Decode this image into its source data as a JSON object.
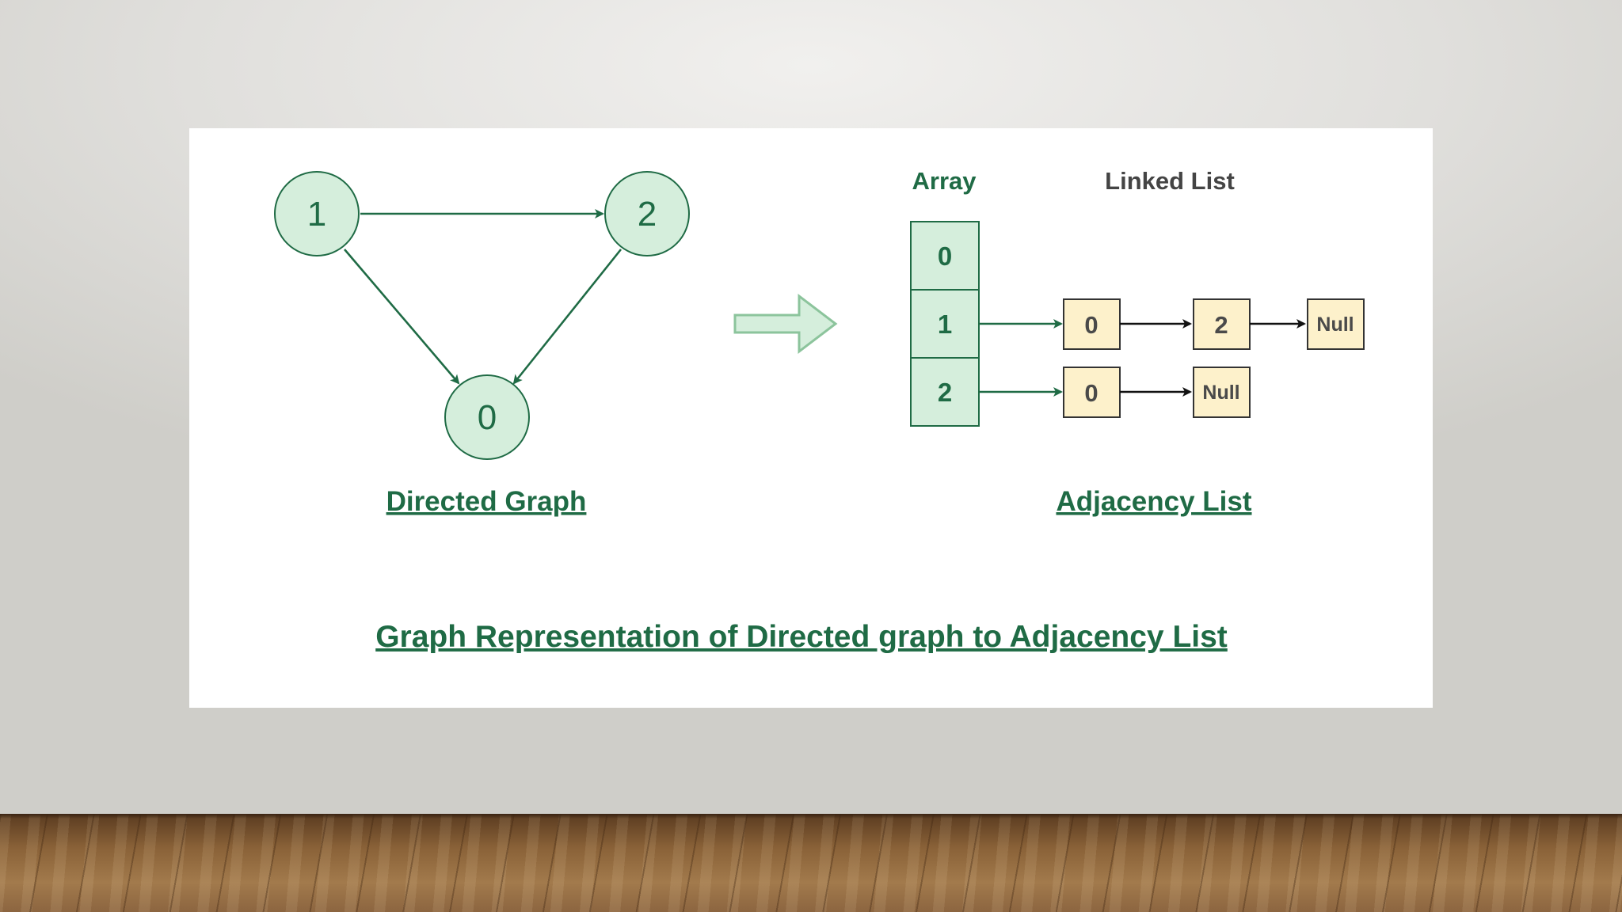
{
  "graph": {
    "nodes": [
      {
        "id": "1",
        "label": "1"
      },
      {
        "id": "2",
        "label": "2"
      },
      {
        "id": "0",
        "label": "0"
      }
    ],
    "edges": [
      {
        "from": "1",
        "to": "2"
      },
      {
        "from": "1",
        "to": "0"
      },
      {
        "from": "2",
        "to": "0"
      }
    ],
    "caption": "Directed Graph"
  },
  "adjacency": {
    "array_heading": "Array",
    "list_heading": "Linked List",
    "array": [
      "0",
      "1",
      "2"
    ],
    "lists": [
      {
        "index": "1",
        "items": [
          "0",
          "2",
          "Null"
        ]
      },
      {
        "index": "2",
        "items": [
          "0",
          "Null"
        ]
      }
    ],
    "caption": "Adjacency List"
  },
  "title": "Graph Representation of Directed graph to Adjacency List",
  "colors": {
    "green": "#1f6b45",
    "node_fill": "#d5eedc",
    "list_fill": "#fdf1cb"
  }
}
